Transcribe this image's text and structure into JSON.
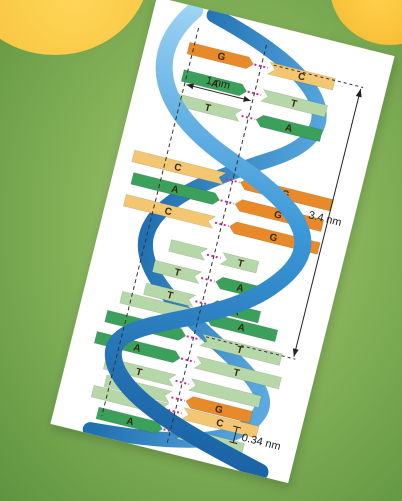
{
  "diagram": {
    "labels": {
      "width": "1 nm",
      "pitch": "3.4 nm",
      "rise": "0.34 nm"
    },
    "base_pairs": [
      {
        "left": "G",
        "right": "C"
      },
      {
        "left": "A",
        "right": "T"
      },
      {
        "left": "T",
        "right": "A"
      },
      {
        "left": "C",
        "right": "G"
      },
      {
        "left": "A",
        "right": "G"
      },
      {
        "left": "C",
        "right": "G"
      },
      {
        "left": "",
        "right": "T"
      },
      {
        "left": "T",
        "right": "A"
      },
      {
        "left": "T",
        "right": "A"
      },
      {
        "left": "",
        "right": "A"
      },
      {
        "left": "A",
        "right": "T"
      },
      {
        "left": "A",
        "right": "T"
      },
      {
        "left": "T",
        "right": ""
      },
      {
        "left": "",
        "right": "G"
      },
      {
        "left": "",
        "right": "C"
      },
      {
        "left": "A",
        "right": "T"
      }
    ],
    "colors": {
      "strand": "#2e86c8",
      "strand_light": "#8ec9ee",
      "base_A": "#3aa05a",
      "base_T": "#b6d7a8",
      "base_G": "#e8892a",
      "base_C": "#f3c672",
      "hbond": "#d02a8a"
    }
  }
}
